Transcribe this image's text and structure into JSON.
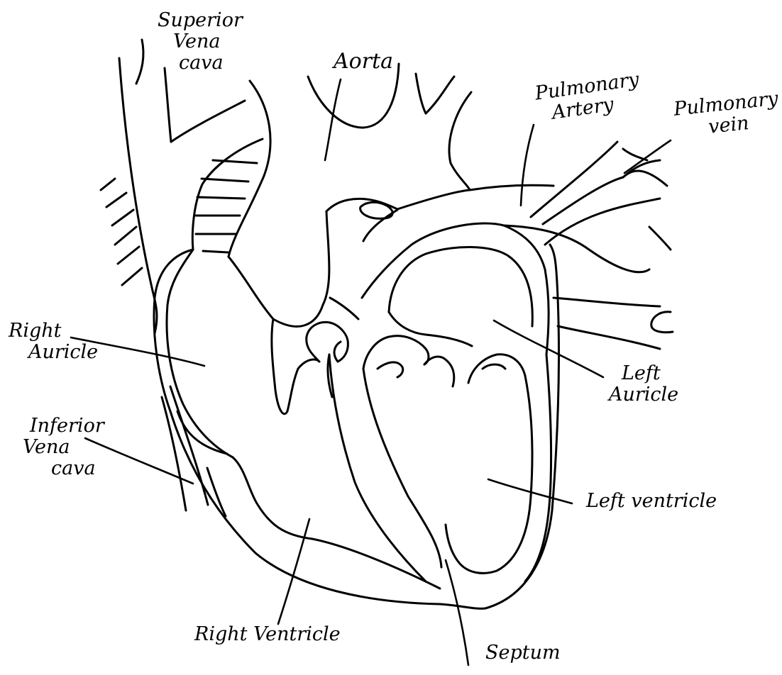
{
  "diagram": {
    "labels": {
      "superior_vena_cava": [
        "Superior",
        "Vena",
        "cava"
      ],
      "aorta": "Aorta",
      "pulmonary_artery": [
        "Pulmonary",
        "Artery"
      ],
      "pulmonary_vein": [
        "Pulmonary",
        "vein"
      ],
      "right_auricle": [
        "Right",
        "Auricle"
      ],
      "inferior_vena_cava": [
        "Inferior",
        "Vena",
        "cava"
      ],
      "left_auricle": [
        "Left",
        "Auricle"
      ],
      "left_ventricle": "Left ventricle",
      "right_ventricle": "Right Ventricle",
      "septum": "Septum"
    },
    "colors": {
      "ink": "#000000",
      "background": "#ffffff"
    }
  }
}
